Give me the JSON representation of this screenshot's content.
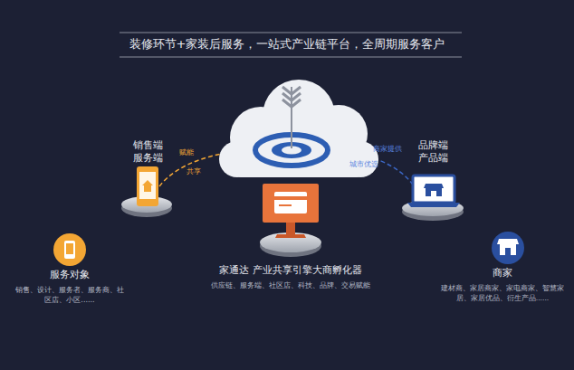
{
  "diagram": {
    "title": "装修环节+家装后服务，一站式产业链平台，全周期服务客户",
    "nodes": [
      {
        "text": [
          "销售端 服务端"
        ]
      },
      {
        "text": [
          "品牌端 产品端"
        ]
      },
      {
        "text": [
          "服务对象",
          "销售、设计、服务者、服务商、社区店、小区......"
        ]
      },
      {
        "text": [
          "家通达 产业共享引擎大商孵化器",
          "供应链、服务端、社区店、科技、品牌、交易赋能"
        ]
      },
      {
        "text": [
          "商家",
          "建材商、家居商家、家电商家、智慧家居、家居优品、衍生产品......"
        ]
      }
    ],
    "labels": [
      "赋能",
      "共享",
      "商家提供",
      "城市优选"
    ]
  }
}
